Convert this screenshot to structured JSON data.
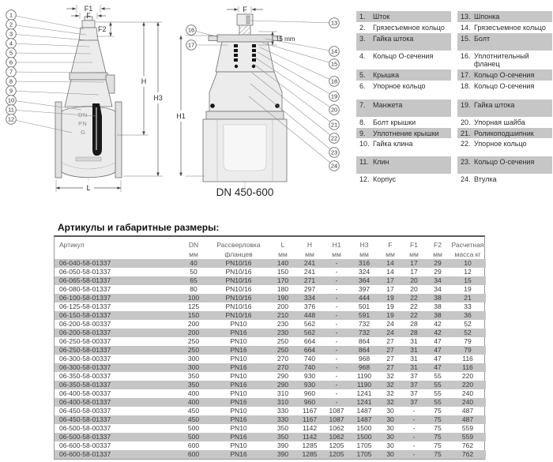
{
  "colors": {
    "row_shade": "#c6c6c6",
    "line": "#6e6e6e",
    "seal_black": "#161616"
  },
  "drawings": {
    "left": {
      "callouts": [
        "1",
        "2",
        "3",
        "4",
        "5",
        "6",
        "7",
        "8",
        "9",
        "10",
        "11",
        "12"
      ],
      "dims": {
        "f1": "F1",
        "f": "F",
        "f2": "F2",
        "h": "H",
        "h3": "H3",
        "l": "L"
      },
      "body_marks": {
        "dn": "DN",
        "pn": "PN",
        "g": "G"
      }
    },
    "right": {
      "callouts_left": [
        "16",
        "17"
      ],
      "callouts_right": [
        "13",
        "14",
        "15",
        "18",
        "19",
        "20",
        "21",
        "22",
        "23",
        "24"
      ],
      "dims": {
        "f": "F",
        "offset": "15 mm",
        "h1": "H1"
      },
      "caption": "DN 450-600"
    }
  },
  "parts_list": {
    "items": [
      {
        "num": "1.",
        "label": "Шток"
      },
      {
        "num": "2.",
        "label": "Грязесъемное кольцо"
      },
      {
        "num": "3.",
        "label": "Гайка штока"
      },
      {
        "num": "4.",
        "label": "Кольцо О-сечения"
      },
      {
        "num": "5.",
        "label": "Крышка"
      },
      {
        "num": "6.",
        "label": "Упорное кольцо"
      },
      {
        "num": "7.",
        "label": "Манжета"
      },
      {
        "num": "8.",
        "label": "Болт крышки"
      },
      {
        "num": "9.",
        "label": "Уплотнение крышки"
      },
      {
        "num": "10.",
        "label": "Гайка клина"
      },
      {
        "num": "11.",
        "label": "Клин"
      },
      {
        "num": "12.",
        "label": "Корпус"
      },
      {
        "num": "13.",
        "label": "Шпонка"
      },
      {
        "num": "14.",
        "label": "Грязесъемное кольцо"
      },
      {
        "num": "15.",
        "label": "Болт"
      },
      {
        "num": "16.",
        "label": "Уплотнительный фланец"
      },
      {
        "num": "17.",
        "label": "Кольцо О-сечения"
      },
      {
        "num": "18.",
        "label": "Кольцо О-сечения"
      },
      {
        "num": "19.",
        "label": "Гайка штока"
      },
      {
        "num": "20.",
        "label": "Упорная шайба"
      },
      {
        "num": "21.",
        "label": "Роликоподшипник"
      },
      {
        "num": "22.",
        "label": "Упорное кольцо"
      },
      {
        "num": "23.",
        "label": "Кольцо О-сечения"
      },
      {
        "num": "24.",
        "label": "Втулка"
      }
    ]
  },
  "table": {
    "title": "Артикулы и габаритные размеры:",
    "columns": [
      {
        "l1": "Артикул",
        "l2": ""
      },
      {
        "l1": "DN",
        "l2": "мм"
      },
      {
        "l1": "Рассверловка",
        "l2": "фланцев"
      },
      {
        "l1": "L",
        "l2": "мм"
      },
      {
        "l1": "H",
        "l2": "мм"
      },
      {
        "l1": "H1",
        "l2": "мм"
      },
      {
        "l1": "H3",
        "l2": "мм"
      },
      {
        "l1": "F",
        "l2": "мм"
      },
      {
        "l1": "F1",
        "l2": "мм"
      },
      {
        "l1": "F2",
        "l2": "мм"
      },
      {
        "l1": "Расчетная",
        "l2": "масса кг"
      }
    ],
    "rows": [
      [
        "06-040-58-01337",
        "40",
        "PN10/16",
        "140",
        "241",
        "-",
        "316",
        "14",
        "17",
        "29",
        "10"
      ],
      [
        "06-050-58-01337",
        "50",
        "PN10/16",
        "150",
        "241",
        "-",
        "324",
        "14",
        "17",
        "29",
        "12"
      ],
      [
        "06-065-58-01337",
        "65",
        "PN10/16",
        "170",
        "271",
        "-",
        "364",
        "17",
        "20",
        "34",
        "15"
      ],
      [
        "06-080-58-01337",
        "80",
        "PN10/16",
        "180",
        "297",
        "-",
        "397",
        "17",
        "20",
        "34",
        "19"
      ],
      [
        "06-100-58-01337",
        "100",
        "PN10/16",
        "190",
        "334",
        "-",
        "444",
        "19",
        "22",
        "38",
        "21"
      ],
      [
        "06-125-58-01337",
        "125",
        "PN10/16",
        "200",
        "376",
        "-",
        "501",
        "19",
        "22",
        "38",
        "33"
      ],
      [
        "06-150-58-01337",
        "150",
        "PN10/16",
        "210",
        "448",
        "-",
        "591",
        "19",
        "22",
        "38",
        "36"
      ],
      [
        "06-200-58-00337",
        "200",
        "PN10",
        "230",
        "562",
        "-",
        "732",
        "24",
        "28",
        "42",
        "52"
      ],
      [
        "06-200-58-01337",
        "200",
        "PN16",
        "230",
        "562",
        "-",
        "732",
        "24",
        "28",
        "42",
        "52"
      ],
      [
        "06-250-58-00337",
        "250",
        "PN10",
        "250",
        "664",
        "-",
        "864",
        "27",
        "31",
        "47",
        "79"
      ],
      [
        "06-250-58-01337",
        "250",
        "PN16",
        "250",
        "664",
        "-",
        "864",
        "27",
        "31",
        "47",
        "79"
      ],
      [
        "06-300-58-00337",
        "300",
        "PN10",
        "270",
        "740",
        "-",
        "968",
        "27",
        "31",
        "47",
        "116"
      ],
      [
        "06-300-58-01337",
        "300",
        "PN16",
        "270",
        "740",
        "-",
        "968",
        "27",
        "31",
        "47",
        "116"
      ],
      [
        "06-350-58-00337",
        "350",
        "PN10",
        "290",
        "930",
        "-",
        "1190",
        "32",
        "37",
        "55",
        "220"
      ],
      [
        "06-350-58-01337",
        "350",
        "PN16",
        "290",
        "930",
        "-",
        "1190",
        "32",
        "37",
        "55",
        "220"
      ],
      [
        "06-400-58-00337",
        "400",
        "PN10",
        "310",
        "960",
        "-",
        "1241",
        "32",
        "37",
        "55",
        "240"
      ],
      [
        "06-400-58-01337",
        "400",
        "PN16",
        "310",
        "960",
        "-",
        "1241",
        "32",
        "37",
        "55",
        "240"
      ],
      [
        "06-450-58-00337",
        "450",
        "PN10",
        "330",
        "1167",
        "1087",
        "1487",
        "30",
        "-",
        "75",
        "487"
      ],
      [
        "06-450-58-01337",
        "450",
        "PN16",
        "330",
        "1167",
        "1087",
        "1487",
        "30",
        "-",
        "75",
        "487"
      ],
      [
        "06-500-58-00337",
        "500",
        "PN10",
        "350",
        "1142",
        "1062",
        "1500",
        "30",
        "-",
        "75",
        "559"
      ],
      [
        "06-500-58-01337",
        "500",
        "PN16",
        "350",
        "1142",
        "1062",
        "1500",
        "30",
        "-",
        "75",
        "559"
      ],
      [
        "06-600-58-00337",
        "600",
        "PN10",
        "390",
        "1285",
        "1205",
        "1705",
        "30",
        "-",
        "75",
        "762"
      ],
      [
        "06-600-58-01337",
        "600",
        "PN16",
        "390",
        "1285",
        "1205",
        "1705",
        "30",
        "-",
        "75",
        "762"
      ]
    ]
  }
}
